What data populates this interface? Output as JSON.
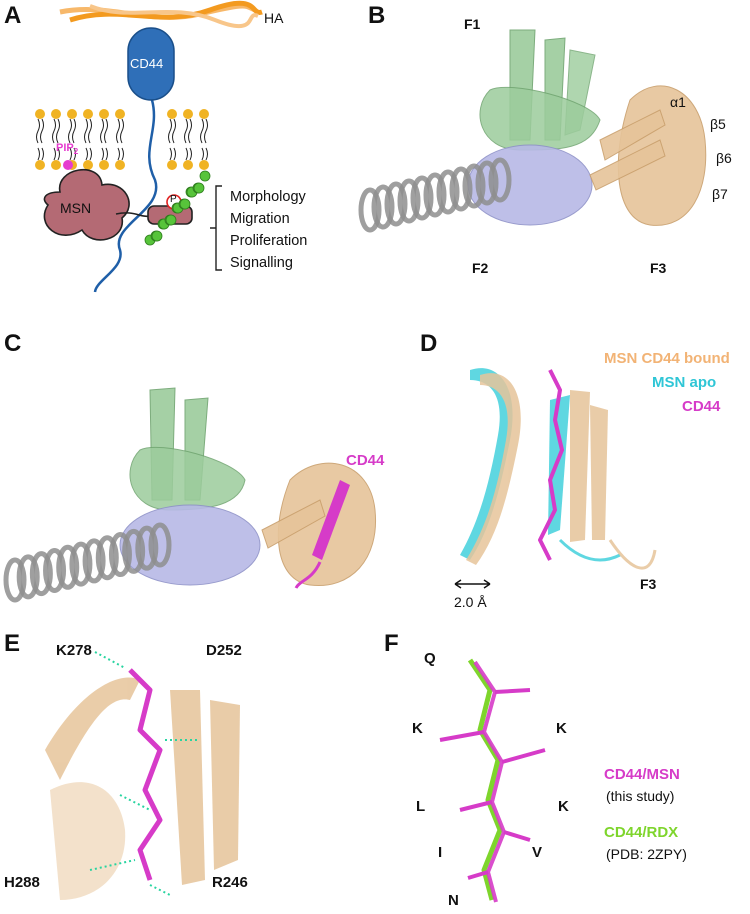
{
  "panels": {
    "A": {
      "letter": "A",
      "ha_label": "HA",
      "cd44_label": "CD44",
      "pip2_label": "PIP",
      "pip2_sub": "2",
      "msn_label": "MSN",
      "phospho_label": "P",
      "functions": [
        "Morphology",
        "Migration",
        "Proliferation",
        "Signalling"
      ]
    },
    "B": {
      "letter": "B",
      "lobes": [
        "F1",
        "F2",
        "F3"
      ],
      "elements": [
        "α1",
        "β5",
        "β6",
        "β7"
      ]
    },
    "C": {
      "letter": "C",
      "peptide_label": "CD44"
    },
    "D": {
      "letter": "D",
      "legend": [
        "MSN CD44 bound",
        "MSN apo",
        "CD44"
      ],
      "shift_label": "2.0 Å",
      "lobe_label": "F3"
    },
    "E": {
      "letter": "E",
      "residues": [
        "K278",
        "D252",
        "H288",
        "R246"
      ]
    },
    "F": {
      "letter": "F",
      "aa": [
        "Q",
        "K",
        "K",
        "L",
        "K",
        "I",
        "V",
        "N"
      ],
      "comp1_title": "CD44/MSN",
      "comp1_sub": "(this study)",
      "comp2_title": "CD44/RDX",
      "comp2_sub": "(PDB: 2ZPY)"
    }
  },
  "colors": {
    "ha": "#f39a1f",
    "cd44": "#1f5fa8",
    "msn": "#b46a74",
    "lipid_head": "#f0b323",
    "pip2": "#e63ccf",
    "actin": "#57c43a",
    "f1": "#9ccc9c",
    "f2": "#b7b9e6",
    "f3": "#e6c49a",
    "helix": "#8e8e8e",
    "peptide": "#d63bc8",
    "apo": "#4ed3de",
    "rdx": "#7ed52c"
  }
}
